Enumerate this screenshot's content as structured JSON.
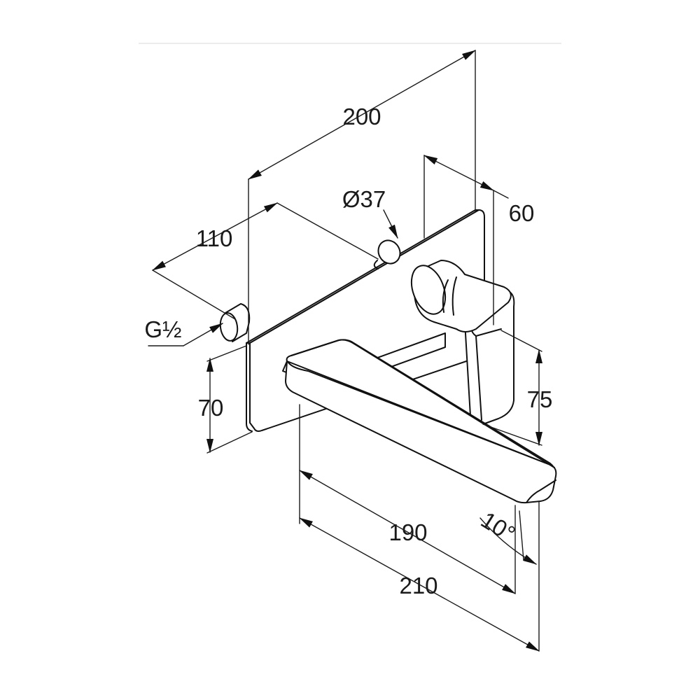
{
  "dimensions": {
    "width_200": "200",
    "depth_60": "60",
    "diameter_37": "Ø37",
    "length_110": "110",
    "thread": "G½",
    "height_70": "70",
    "height_75": "75",
    "angle_10": "10°",
    "spout_190": "190",
    "spout_210": "210"
  },
  "colors": {
    "line": "#111111",
    "background": "#ffffff"
  }
}
